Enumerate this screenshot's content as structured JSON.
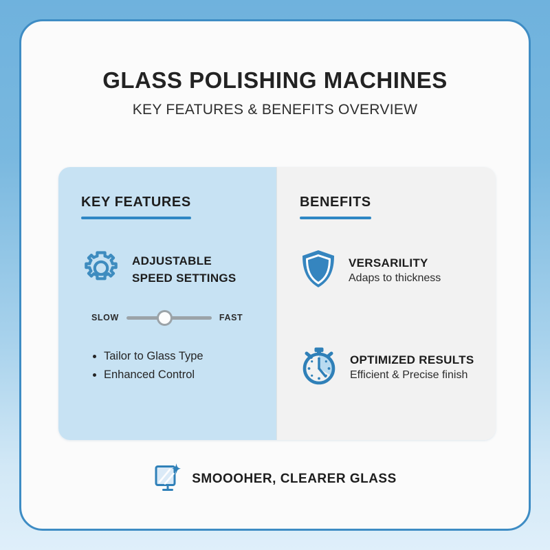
{
  "theme": {
    "page_background_top": "#6fb2dd",
    "page_background_bottom": "#dfeffa",
    "card_background": "#fbfbfb",
    "card_border": "#3e8cc4",
    "accent_blue": "#2f87c4",
    "icon_blue": "#3585bf",
    "left_panel_background": "#c7e2f3",
    "right_panel_background": "#f2f2f2",
    "slider_track": "#9ba3a8",
    "text_dark": "#1c1c1c"
  },
  "header": {
    "title": "GLASS POLISHING MACHINES",
    "subtitle": "KEY FEATURES & BENEFITS OVERVIEW"
  },
  "panel": {
    "left": {
      "heading": "KEY FEATURES",
      "feature": {
        "icon": "gear-icon",
        "label_line1": "ADJUSTABLE",
        "label_line2": "SPEED SETTINGS"
      },
      "slider": {
        "min_label": "SLOW",
        "max_label": "FAST",
        "value_percent": 45
      },
      "bullets": [
        "Tailor to Glass Type",
        "Enhanced Control"
      ]
    },
    "right": {
      "heading": "BENEFITS",
      "items": [
        {
          "icon": "shield-icon",
          "title": "VERSARILITY",
          "description": "Adaps to thickness"
        },
        {
          "icon": "stopwatch-icon",
          "title": "OPTIMIZED RESULTS",
          "description": "Efficient & Precise finish"
        }
      ]
    }
  },
  "footer": {
    "icon": "glass-shine-icon",
    "text": "SMOOOHER, CLEARER GLASS"
  }
}
